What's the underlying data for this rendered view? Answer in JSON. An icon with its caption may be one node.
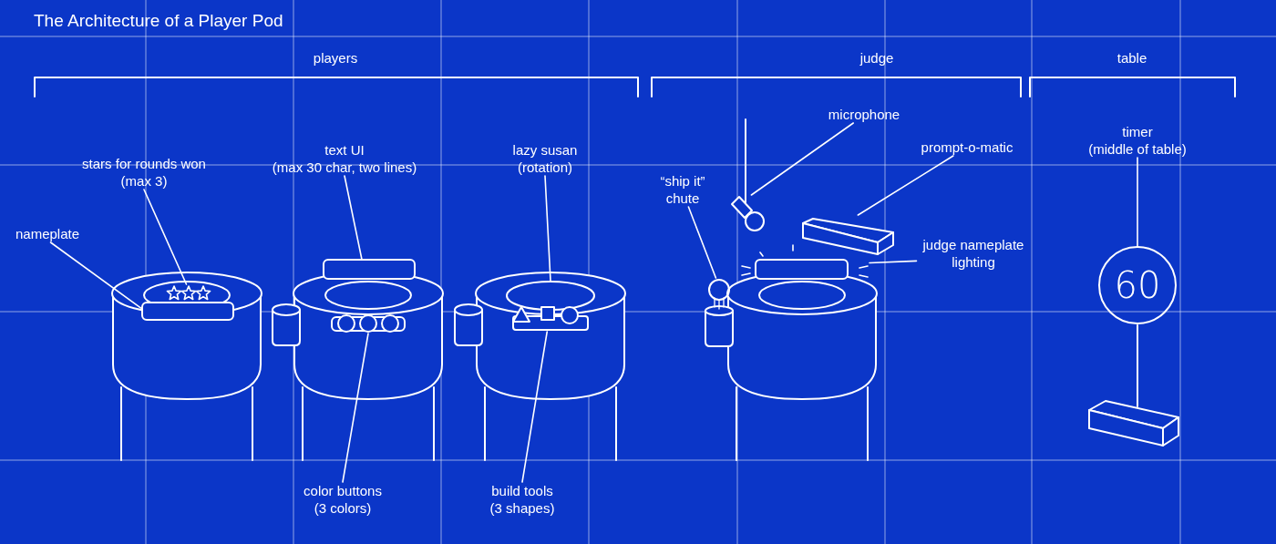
{
  "diagram": {
    "title": "The Architecture of a Player Pod",
    "nodes": [
      {
        "text": [
          "nameplate"
        ]
      },
      {
        "text": [
          "stars for rounds won",
          "(max 3)"
        ]
      },
      {
        "text": [
          "text UI",
          "(max 30 char, two lines)"
        ]
      },
      {
        "text": [
          "lazy susan",
          "(rotation)"
        ]
      },
      {
        "text": [
          "color buttons",
          "(3 colors)"
        ]
      },
      {
        "text": [
          "build tools",
          "(3 shapes)"
        ]
      },
      {
        "text": [
          "“ship it” chute"
        ]
      },
      {
        "text": [
          "microphone"
        ]
      },
      {
        "text": [
          "prompt-o-matic"
        ]
      },
      {
        "text": [
          "judge nameplate lighting"
        ]
      },
      {
        "text": [
          "timer",
          "(middle of table)"
        ]
      },
      {
        "text": [],
        "shape": "box"
      },
      {
        "text": [],
        "shape": "picture"
      },
      {
        "text": [],
        "shape": "box"
      },
      {
        "text": [],
        "shape": "picture"
      },
      {
        "text": [],
        "shape": "ellipse"
      },
      {
        "text": [],
        "shape": "bar"
      },
      {
        "text": [],
        "shape": "cylinder"
      },
      {
        "text": [],
        "shape": "picture"
      },
      {
        "text": [],
        "shape": "box"
      },
      {
        "text": [],
        "shape": "box"
      },
      {
        "text": [
          "60"
        ]
      }
    ],
    "edges": [
      {
        "from": 0,
        "to": 11,
        "arrow": "none"
      },
      {
        "from": 1,
        "to": 12,
        "arrow": "none"
      },
      {
        "from": 2,
        "to": 13,
        "arrow": "none"
      },
      {
        "from": 3,
        "to": 15,
        "arrow": "none"
      },
      {
        "from": 4,
        "to": 14,
        "arrow": "none"
      },
      {
        "from": 5,
        "to": 16,
        "arrow": "none"
      },
      {
        "from": 6,
        "to": 17,
        "arrow": "none"
      },
      {
        "from": 7,
        "to": 18,
        "arrow": "none"
      },
      {
        "from": 8,
        "to": 20,
        "arrow": "none"
      },
      {
        "from": 9,
        "to": 19,
        "arrow": "none"
      },
      {
        "from": 10,
        "to": 21,
        "arrow": "none"
      }
    ],
    "labels": [
      "players",
      "judge",
      "table"
    ]
  }
}
